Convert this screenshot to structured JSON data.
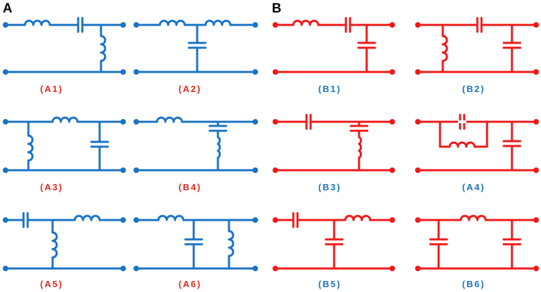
{
  "panels": {
    "left": "A",
    "right": "B"
  },
  "colors": {
    "blue": "#1a73c4",
    "red": "#f01818",
    "label_red": "#e8241c",
    "label_blue": "#1a73c4"
  },
  "circuits": {
    "a1": "(A1)",
    "a2": "(A2)",
    "a3": "(A3)",
    "b4_left": "(B4)",
    "a5": "(A5)",
    "a6": "(A6)",
    "b1": "(B1)",
    "b2": "(B2)",
    "b3": "(B3)",
    "a4_right": "(A4)",
    "b5": "(B5)",
    "b6": "(B6)"
  },
  "icons": {
    "inductor": "inductor-icon",
    "capacitor": "capacitor-icon",
    "terminal": "terminal-dot-icon"
  }
}
